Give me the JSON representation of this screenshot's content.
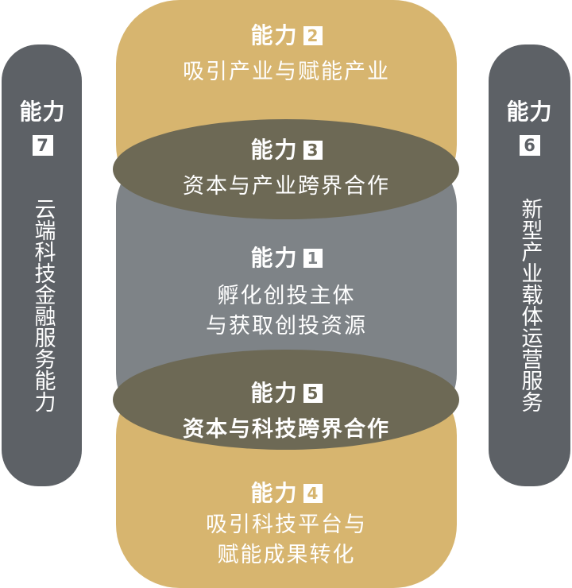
{
  "colors": {
    "side_pill": "#5d6166",
    "gold": "#d7b56f",
    "grey": "#7e8387",
    "olive": "#6d6955",
    "text": "#ffffff"
  },
  "capabilities": {
    "c1": {
      "prefix": "能力",
      "num": "1",
      "line1": "孵化创投主体",
      "line2": "与获取创投资源"
    },
    "c2": {
      "prefix": "能力",
      "num": "2",
      "line1": "吸引产业与赋能产业"
    },
    "c3": {
      "prefix": "能力",
      "num": "3",
      "line1": "资本与产业跨界合作"
    },
    "c4": {
      "prefix": "能力",
      "num": "4",
      "line1": "吸引科技平台与",
      "line2": "赋能成果转化"
    },
    "c5": {
      "prefix": "能力",
      "num": "5",
      "line1": "资本与科技跨界合作"
    },
    "c6": {
      "prefix": "能力",
      "num": "6",
      "text": "新型产业载体运营服务"
    },
    "c7": {
      "prefix": "能力",
      "num": "7",
      "text": "云端科技金融服务能力"
    }
  }
}
